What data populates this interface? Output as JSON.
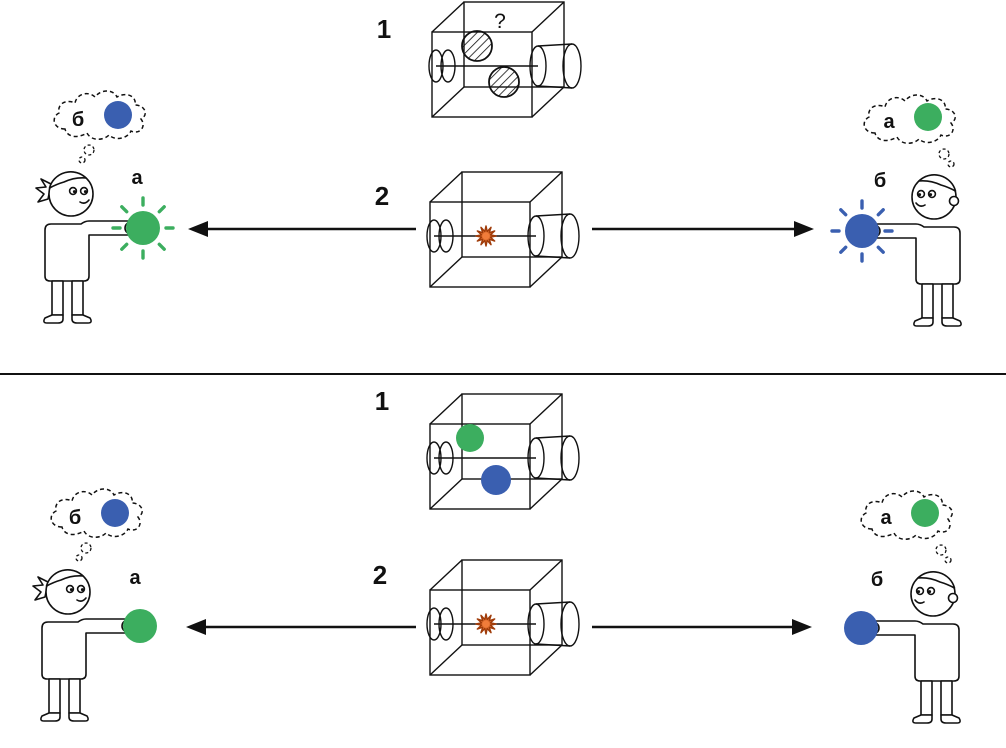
{
  "colors": {
    "green": "#3cae5f",
    "blue": "#3a5fb0",
    "spark_fill": "#f07c3a",
    "spark_stroke": "#a03c0a",
    "ink": "#111111"
  },
  "panels": [
    {
      "box1": {
        "number": "1",
        "question": "?"
      },
      "box2": {
        "number": "2"
      },
      "girl": {
        "ball": "а",
        "thought": "б"
      },
      "boy": {
        "ball": "б",
        "thought": "а"
      }
    },
    {
      "box1": {
        "number": "1"
      },
      "box2": {
        "number": "2"
      },
      "girl": {
        "ball": "а",
        "thought": "б"
      },
      "boy": {
        "ball": "б",
        "thought": "а"
      }
    }
  ]
}
